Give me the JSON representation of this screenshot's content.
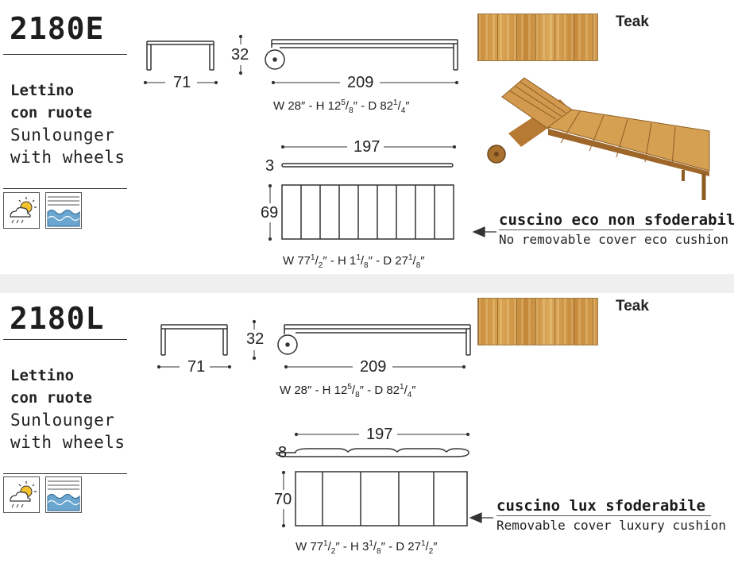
{
  "sheets": [
    {
      "code": "2180E",
      "name_it_1": "Lettino",
      "name_it_2": "con ruote",
      "name_en_1": "Sunlounger",
      "name_en_2": "with wheels",
      "dims": {
        "width": "71",
        "height": "32",
        "depth": "209"
      },
      "spec_main": {
        "w": "W 28″",
        "h": "H 12",
        "h_num": "5",
        "h_den": "8",
        "h_unit": "″",
        "d": "D 82",
        "d_num": "1",
        "d_den": "4",
        "d_unit": "″"
      },
      "cushion_dims": {
        "length": "197",
        "thickness": "3",
        "width": "69"
      },
      "spec_cushion": {
        "w": "W 77",
        "w_num": "1",
        "w_den": "2",
        "w_unit": "″",
        "h": "H 1",
        "h_num": "1",
        "h_den": "8",
        "h_unit": "″",
        "d": "D 27",
        "d_num": "1",
        "d_den": "8",
        "d_unit": "″"
      },
      "material": "Teak",
      "cushion_it": "cuscino eco non sfoderabile",
      "cushion_en": "No removable cover eco cushion",
      "badges": [
        "weather-icon",
        "waves-icon"
      ]
    },
    {
      "code": "2180L",
      "name_it_1": "Lettino",
      "name_it_2": "con ruote",
      "name_en_1": "Sunlounger",
      "name_en_2": "with wheels",
      "dims": {
        "width": "71",
        "height": "32",
        "depth": "209"
      },
      "spec_main": {
        "w": "W 28″",
        "h": "H 12",
        "h_num": "5",
        "h_den": "8",
        "h_unit": "″",
        "d": "D 82",
        "d_num": "1",
        "d_den": "4",
        "d_unit": "″"
      },
      "cushion_dims": {
        "length": "197",
        "thickness": "8",
        "width": "70"
      },
      "spec_cushion": {
        "w": "W 77",
        "w_num": "1",
        "w_den": "2",
        "w_unit": "″",
        "h": "H 3",
        "h_num": "1",
        "h_den": "8",
        "h_unit": "″",
        "d": "D 27",
        "d_num": "1",
        "d_den": "2",
        "d_unit": "″"
      },
      "material": "Teak",
      "cushion_it": "cuscino lux sfoderabile",
      "cushion_en": "Removable cover luxury cushion",
      "badges": [
        "weather-icon",
        "waves-icon"
      ]
    }
  ],
  "colors": {
    "teak": "#cf9646",
    "water": "#6aa6cf",
    "sun": "#f2c230"
  }
}
